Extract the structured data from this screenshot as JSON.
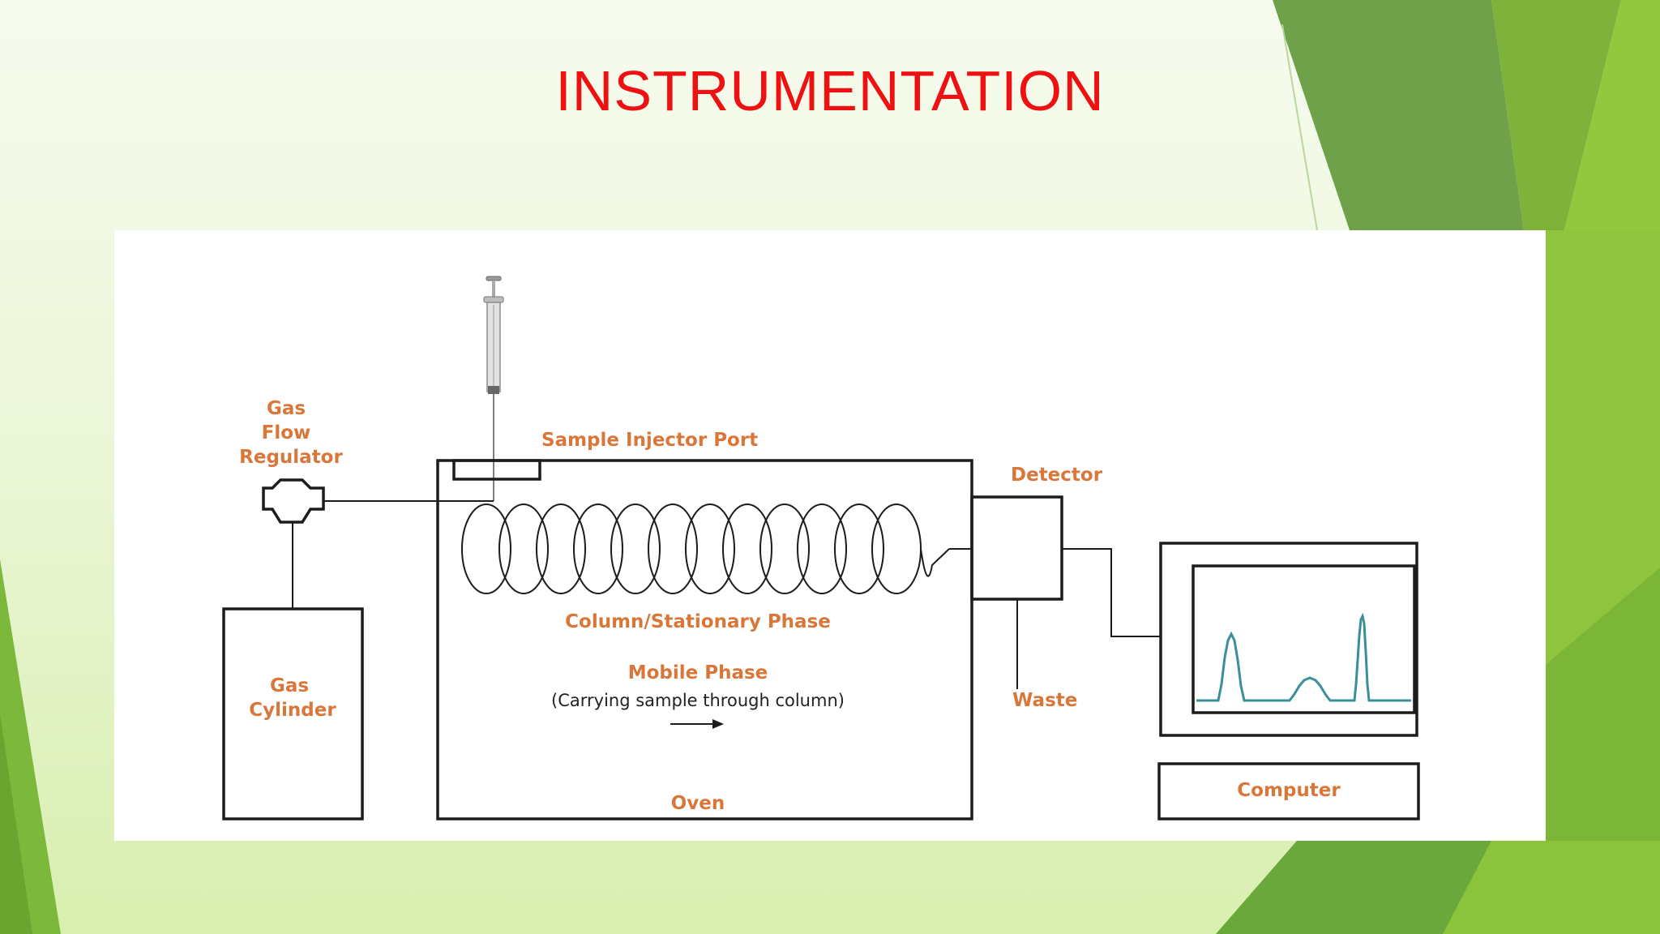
{
  "slide": {
    "title": "INSTRUMENTATION"
  },
  "diagram": {
    "labels": {
      "gas_flow_regulator": [
        "Gas",
        "Flow",
        "Regulator"
      ],
      "sample_injector_port": "Sample Injector Port",
      "detector": "Detector",
      "column": "Column/Stationary Phase",
      "mobile_phase": "Mobile Phase",
      "mobile_phase_note": "(Carrying sample through column)",
      "gas_cylinder": [
        "Gas",
        "Cylinder"
      ],
      "waste": "Waste",
      "oven": "Oven",
      "computer": "Computer"
    },
    "colors": {
      "label": "#d9773a",
      "line": "#1c1c1c",
      "chromatogram": "#3a8f9a",
      "title": "#ee1111"
    }
  }
}
